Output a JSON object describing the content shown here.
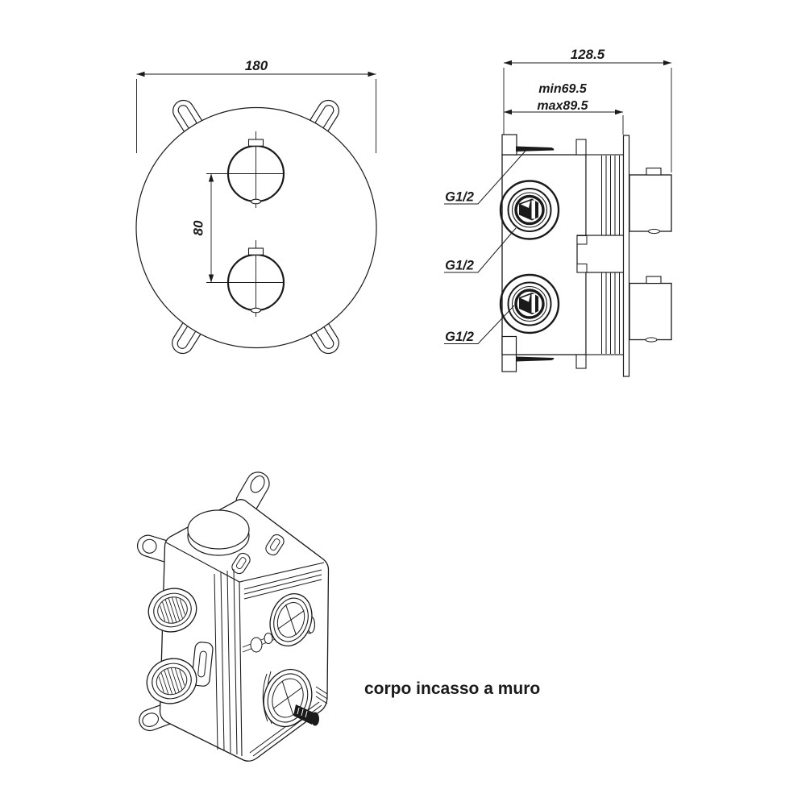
{
  "drawing": {
    "colors": {
      "line": "#1a1a1a",
      "background": "#ffffff"
    },
    "front_view": {
      "dim_width": "180",
      "dim_handle_spacing": "80"
    },
    "side_view": {
      "dim_total_depth": "128.5",
      "dim_depth_min": "min69.5",
      "dim_depth_max": "max89.5",
      "port_labels": [
        "G1/2",
        "G1/2",
        "G1/2"
      ]
    },
    "caption": "corpo incasso a muro"
  }
}
